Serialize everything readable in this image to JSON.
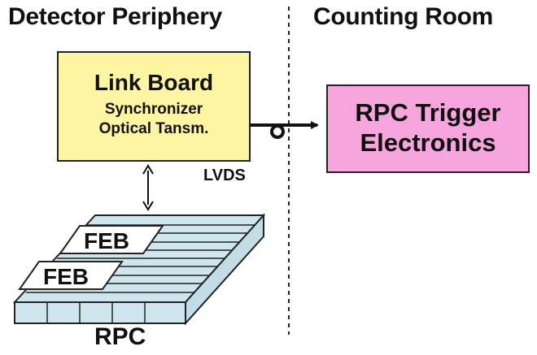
{
  "headings": {
    "left": "Detector Periphery",
    "right": "Counting Room"
  },
  "link_board": {
    "title": "Link Board",
    "line1": "Synchronizer",
    "line2": "Optical Tansm."
  },
  "rpc_trigger": {
    "line1": "RPC Trigger",
    "line2": "Electronics"
  },
  "connection_label": "LVDS",
  "detector": {
    "feb_top": "FEB",
    "feb_bottom": "FEB",
    "label": "RPC"
  },
  "colors": {
    "link_board_fill": "#fdf5a2",
    "rpc_trigger_fill": "#f6a6dc",
    "rpc_slab_fill": "#cfe6ee",
    "feb_fill": "#ffffff"
  }
}
